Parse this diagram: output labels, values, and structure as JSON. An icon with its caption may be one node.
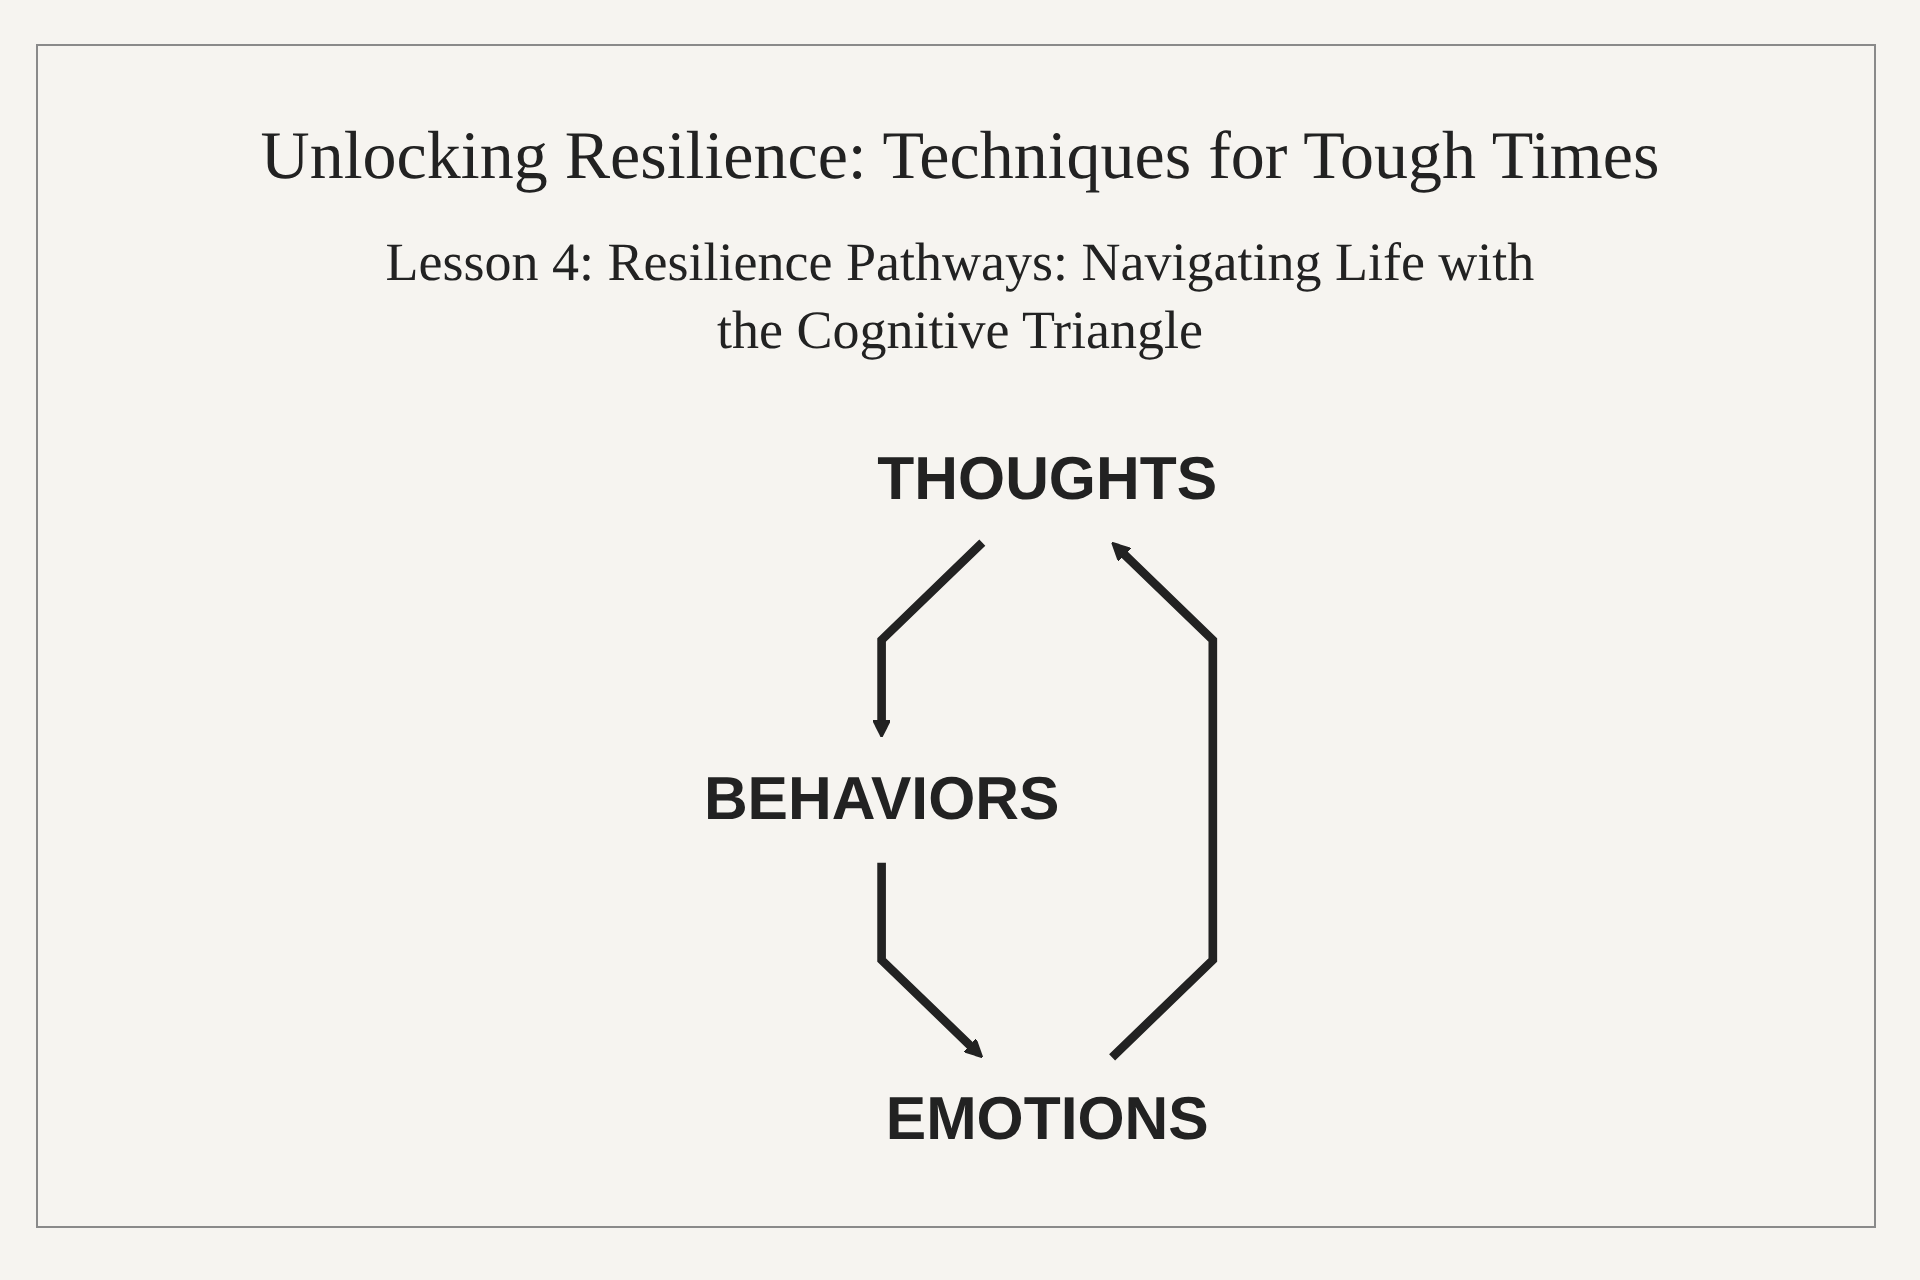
{
  "diagram": {
    "title": "Unlocking Resilience: Techniques for Tough Times",
    "nodes": [
      {
        "text": [
          "THOUGHTS"
        ]
      },
      {
        "text": [
          "EMOTIONS"
        ]
      },
      {
        "text": [
          "BEHAVIORS"
        ]
      }
    ],
    "edges": [
      {
        "from": 1,
        "to": 0,
        "arrow": "to"
      },
      {
        "from": 0,
        "to": 2,
        "arrow": "to"
      },
      {
        "from": 2,
        "to": 1,
        "arrow": "to"
      }
    ],
    "labels": [
      "Lesson 4: Resilience Pathways: Navigating Life with the Cognitive Triangle"
    ]
  }
}
